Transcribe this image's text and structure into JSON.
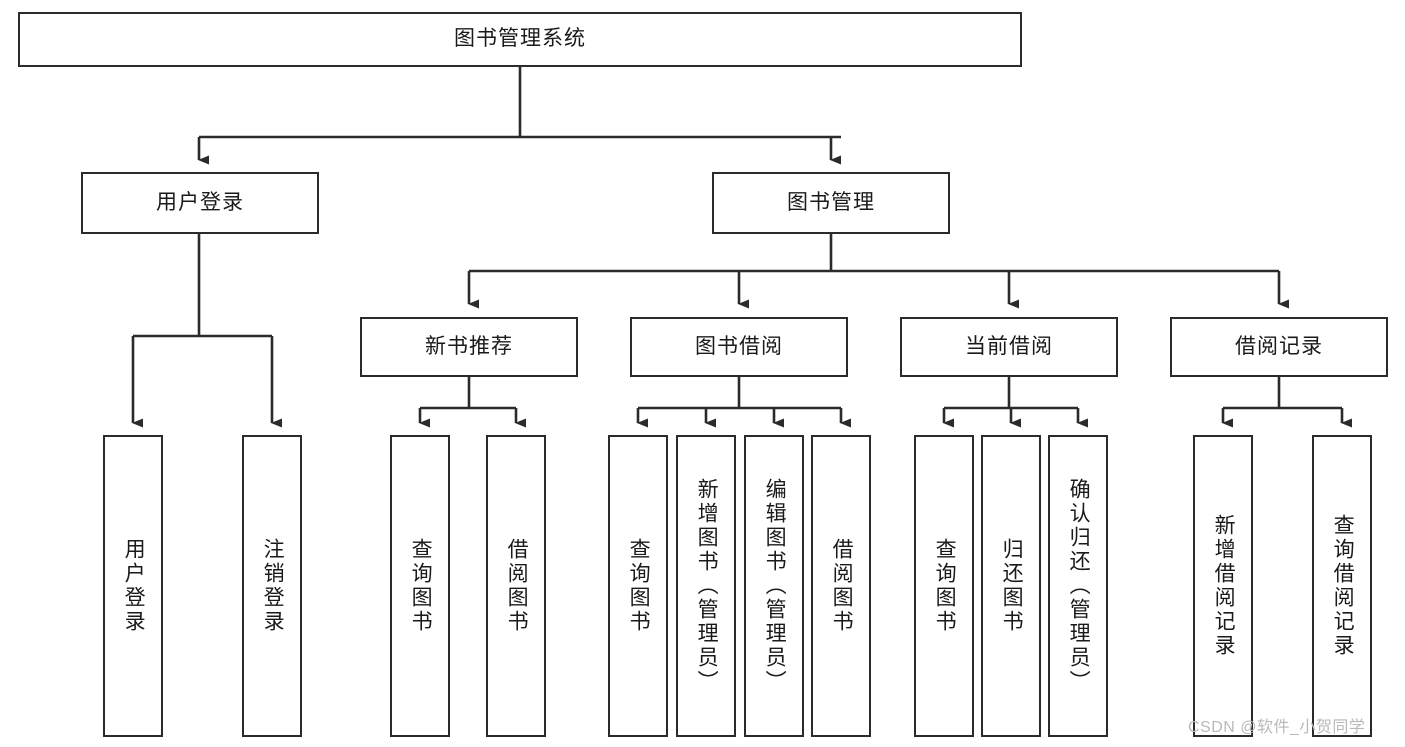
{
  "diagram": {
    "title": "图书管理系统",
    "type": "hierarchy-tree",
    "watermark": "CSDN @软件_小贺同学",
    "colors": {
      "background": "#ffffff",
      "box_border": "#2b2b2b",
      "box_fill": "#ffffff",
      "text": "#1a1a1a",
      "connector": "#2b2b2b",
      "watermark": "#b9b9b9"
    },
    "nodes": {
      "root": {
        "label": "图书管理系统",
        "level": 0
      },
      "level1": [
        {
          "id": "user-login",
          "label": "用户登录"
        },
        {
          "id": "book-manage",
          "label": "图书管理"
        }
      ],
      "level2": [
        {
          "id": "new-book-recommend",
          "label": "新书推荐",
          "parent": "book-manage"
        },
        {
          "id": "book-borrow",
          "label": "图书借阅",
          "parent": "book-manage"
        },
        {
          "id": "current-borrow",
          "label": "当前借阅",
          "parent": "book-manage"
        },
        {
          "id": "borrow-record",
          "label": "借阅记录",
          "parent": "book-manage"
        }
      ],
      "leaves": [
        {
          "id": "leaf-user-login",
          "label": "用户登录",
          "parent": "user-login"
        },
        {
          "id": "leaf-user-logout",
          "label": "注销登录",
          "parent": "user-login"
        },
        {
          "id": "leaf-query-book-1",
          "label": "查询图书",
          "parent": "new-book-recommend"
        },
        {
          "id": "leaf-borrow-book-1",
          "label": "借阅图书",
          "parent": "new-book-recommend"
        },
        {
          "id": "leaf-query-book-2",
          "label": "查询图书",
          "parent": "book-borrow"
        },
        {
          "id": "leaf-add-book",
          "label": "新增图书（管理员）",
          "parent": "book-borrow"
        },
        {
          "id": "leaf-edit-book",
          "label": "编辑图书（管理员）",
          "parent": "book-borrow"
        },
        {
          "id": "leaf-borrow-book-2",
          "label": "借阅图书",
          "parent": "book-borrow"
        },
        {
          "id": "leaf-query-book-3",
          "label": "查询图书",
          "parent": "current-borrow"
        },
        {
          "id": "leaf-return-book",
          "label": "归还图书",
          "parent": "current-borrow"
        },
        {
          "id": "leaf-confirm-return",
          "label": "确认归还（管理员）",
          "parent": "current-borrow"
        },
        {
          "id": "leaf-add-record",
          "label": "新增借阅记录",
          "parent": "borrow-record"
        },
        {
          "id": "leaf-query-record",
          "label": "查询借阅记录",
          "parent": "borrow-record"
        }
      ]
    }
  }
}
